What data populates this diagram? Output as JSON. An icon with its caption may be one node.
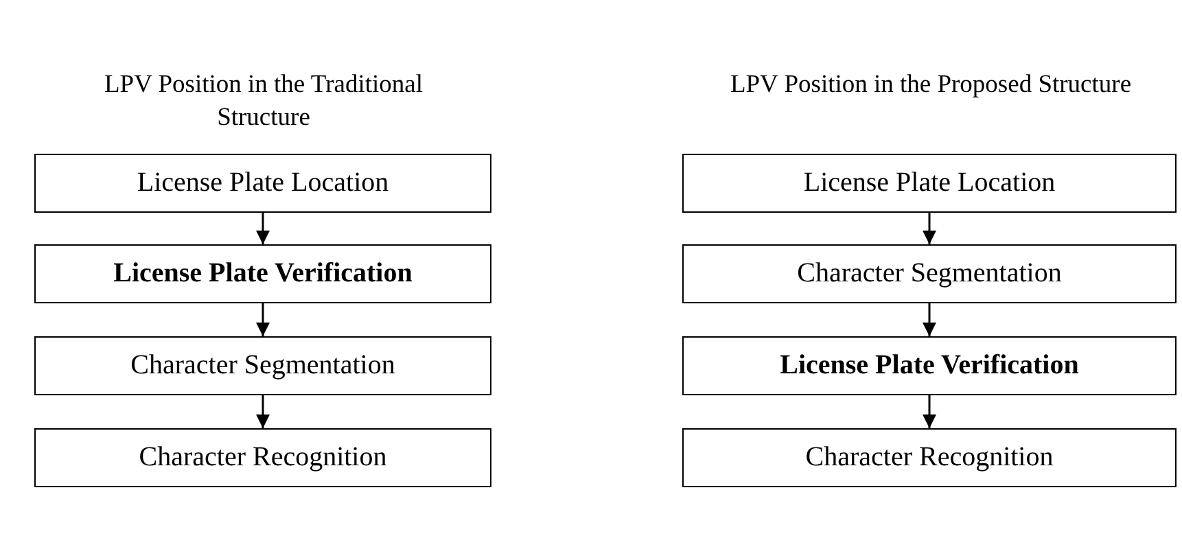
{
  "diagram": {
    "nodes": [
      {
        "text": [
          "License Plate Location"
        ]
      },
      {
        "text": [
          "License Plate Verification"
        ]
      },
      {
        "text": [
          "Character Segmentation"
        ]
      },
      {
        "text": [
          "Character Recognition"
        ]
      },
      {
        "text": [
          "License Plate Location"
        ]
      },
      {
        "text": [
          "Character Segmentation"
        ]
      },
      {
        "text": [
          "License Plate Verification"
        ]
      },
      {
        "text": [
          "Character Recognition"
        ]
      }
    ],
    "edges": [
      {
        "from": 0,
        "to": 1,
        "arrow": "to"
      },
      {
        "from": 1,
        "to": 2,
        "arrow": "to"
      },
      {
        "from": 2,
        "to": 3,
        "arrow": "to"
      },
      {
        "from": 4,
        "to": 5,
        "arrow": "to"
      },
      {
        "from": 5,
        "to": 6,
        "arrow": "to"
      },
      {
        "from": 6,
        "to": 7,
        "arrow": "to"
      }
    ],
    "labels": [
      "LPV Position in the Traditional Structure",
      "LPV Position in the Proposed Structure"
    ]
  }
}
